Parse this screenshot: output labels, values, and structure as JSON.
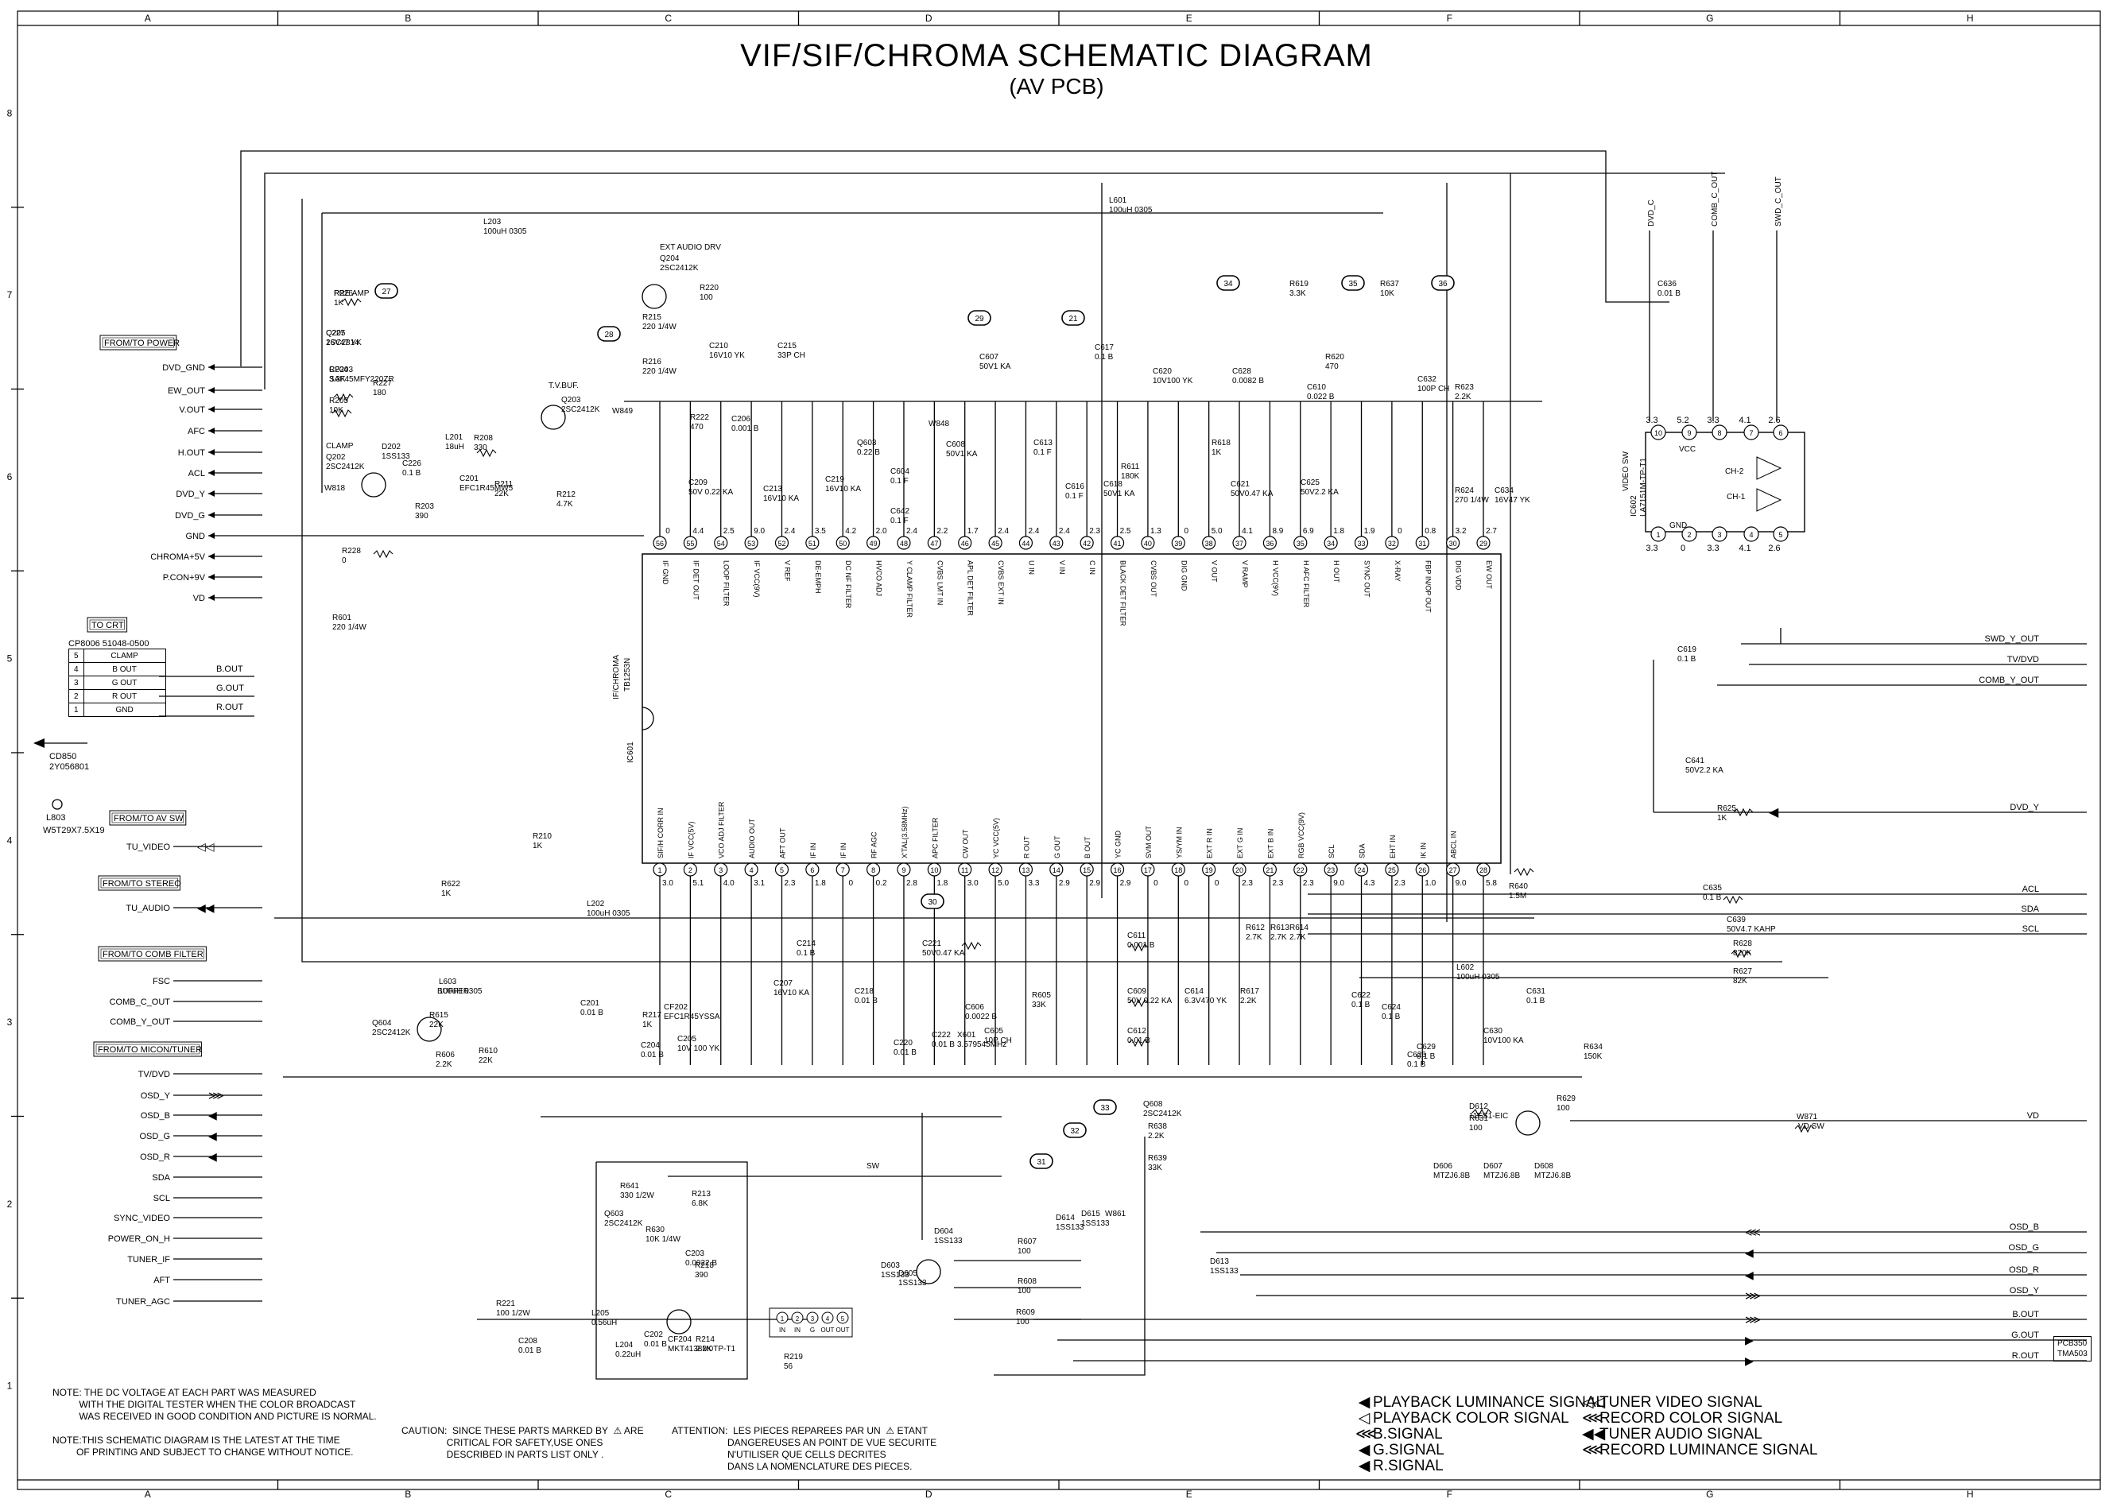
{
  "title": "VIF/SIF/CHROMA SCHEMATIC DIAGRAM",
  "subtitle": "(AV PCB)",
  "grid": {
    "columns": [
      "A",
      "B",
      "C",
      "D",
      "E",
      "F",
      "G",
      "H"
    ],
    "rows": [
      "8",
      "7",
      "6",
      "5",
      "4",
      "3",
      "2",
      "1"
    ]
  },
  "ic": {
    "name": "IF/CHROMA",
    "part": "TB1253N",
    "ref": "IC601",
    "top_pins": [
      {
        "n": "56",
        "label": "IF GND",
        "v": "0"
      },
      {
        "n": "55",
        "label": "IF DET OUT",
        "v": "4.4"
      },
      {
        "n": "54",
        "label": "LOOP FILTER",
        "v": "2.5"
      },
      {
        "n": "53",
        "label": "IF VCC(9V)",
        "v": "9.0"
      },
      {
        "n": "52",
        "label": "V REF",
        "v": "2.4"
      },
      {
        "n": "51",
        "label": "DE-EMPH",
        "v": "3.5"
      },
      {
        "n": "50",
        "label": "DC NF FILTER",
        "v": "4.2"
      },
      {
        "n": "49",
        "label": "HVCO ADJ",
        "v": "2.0"
      },
      {
        "n": "48",
        "label": "Y CLAMP FILTER",
        "v": "2.4"
      },
      {
        "n": "47",
        "label": "CVBS LMT IN",
        "v": "2.2"
      },
      {
        "n": "46",
        "label": "APL DET FILTER",
        "v": "1.7"
      },
      {
        "n": "45",
        "label": "CVBS EXT IN",
        "v": "2.4"
      },
      {
        "n": "44",
        "label": "U IN",
        "v": "2.4"
      },
      {
        "n": "43",
        "label": "V IN",
        "v": "2.4"
      },
      {
        "n": "42",
        "label": "C IN",
        "v": "2.3"
      },
      {
        "n": "41",
        "label": "BLACK DET FILTER",
        "v": "2.5"
      },
      {
        "n": "40",
        "label": "CVBS OUT",
        "v": "1.3"
      },
      {
        "n": "39",
        "label": "DIG GND",
        "v": "0"
      },
      {
        "n": "38",
        "label": "V OUT",
        "v": "5.0"
      },
      {
        "n": "37",
        "label": "V RAMP",
        "v": "4.1"
      },
      {
        "n": "36",
        "label": "H VCC(9V)",
        "v": "8.9"
      },
      {
        "n": "35",
        "label": "H AFC FILTER",
        "v": "6.9"
      },
      {
        "n": "34",
        "label": "H OUT",
        "v": "1.8"
      },
      {
        "n": "33",
        "label": "SYNC OUT",
        "v": "1.9"
      },
      {
        "n": "32",
        "label": "X-RAY",
        "v": "0"
      },
      {
        "n": "31",
        "label": "FBP IN/OP OUT",
        "v": "0.8"
      },
      {
        "n": "30",
        "label": "DIG VDD",
        "v": "3.2"
      },
      {
        "n": "29",
        "label": "EW OUT",
        "v": "2.7"
      }
    ],
    "bottom_pins": [
      {
        "n": "1",
        "label": "SIF/H CORR IN",
        "v": "3.0"
      },
      {
        "n": "2",
        "label": "IF VCC(5V)",
        "v": "5.1"
      },
      {
        "n": "3",
        "label": "VCO ADJ FILTER",
        "v": "4.0"
      },
      {
        "n": "4",
        "label": "AUDIO OUT",
        "v": "3.1"
      },
      {
        "n": "5",
        "label": "AFT OUT",
        "v": "2.3"
      },
      {
        "n": "6",
        "label": "IF IN",
        "v": "1.8"
      },
      {
        "n": "7",
        "label": "IF IN",
        "v": "0"
      },
      {
        "n": "8",
        "label": "RF AGC",
        "v": "0.2"
      },
      {
        "n": "9",
        "label": "X'TAL(3.58MHz)",
        "v": "2.8"
      },
      {
        "n": "10",
        "label": "APC FILTER",
        "v": "1.8"
      },
      {
        "n": "11",
        "label": "CW OUT",
        "v": "3.0"
      },
      {
        "n": "12",
        "label": "YC VCC(5V)",
        "v": "5.0"
      },
      {
        "n": "13",
        "label": "R OUT",
        "v": "3.3"
      },
      {
        "n": "14",
        "label": "G OUT",
        "v": "2.9"
      },
      {
        "n": "15",
        "label": "B OUT",
        "v": "2.9"
      },
      {
        "n": "16",
        "label": "YC GND",
        "v": "2.9"
      },
      {
        "n": "17",
        "label": "SVM OUT",
        "v": "0"
      },
      {
        "n": "18",
        "label": "YS/YM IN",
        "v": "0"
      },
      {
        "n": "19",
        "label": "EXT R IN",
        "v": "0"
      },
      {
        "n": "20",
        "label": "EXT G IN",
        "v": "2.3"
      },
      {
        "n": "21",
        "label": "EXT B IN",
        "v": "2.3"
      },
      {
        "n": "22",
        "label": "RGB VCC(9V)",
        "v": "2.3"
      },
      {
        "n": "23",
        "label": "SCL",
        "v": "9.0"
      },
      {
        "n": "24",
        "label": "SDA",
        "v": "4.3"
      },
      {
        "n": "25",
        "label": "EHT IN",
        "v": "2.3"
      },
      {
        "n": "26",
        "label": "IK IN",
        "v": "1.0"
      },
      {
        "n": "27",
        "label": "ABCL IN",
        "v": "9.0"
      },
      {
        "n": "28",
        "label": "",
        "v": "5.8"
      }
    ]
  },
  "left_groups": {
    "power_tag": "FROM/TO POWER",
    "power_lines": [
      "DVD_GND",
      "EW_OUT",
      "V.OUT",
      "AFC",
      "H.OUT",
      "ACL",
      "DVD_Y",
      "DVD_G",
      "GND",
      "CHROMA+5V",
      "P.CON+9V",
      "VD"
    ],
    "crt_tag": "TO CRT",
    "crt_connector": "CP8006  51048-0500",
    "crt_pins": [
      {
        "n": "5",
        "sig": "CLAMP"
      },
      {
        "n": "4",
        "sig": "B OUT"
      },
      {
        "n": "3",
        "sig": "G OUT"
      },
      {
        "n": "2",
        "sig": "R OUT"
      },
      {
        "n": "1",
        "sig": "GND"
      }
    ],
    "crt_out_labels": [
      "B.OUT",
      "G.OUT",
      "R.OUT"
    ],
    "cd850": "CD850",
    "cd850_part": "2Y056801",
    "l803": "L803",
    "l803_part": "W5T29X7.5X19",
    "avsw_tag": "FROM/TO AV SW",
    "avsw_lines": [
      "TU_VIDEO"
    ],
    "stereo_tag": "FROM/TO STEREO",
    "stereo_lines": [
      "TU_AUDIO"
    ],
    "comb_tag": "FROM/TO COMB FILTER",
    "comb_lines": [
      "FSC",
      "COMB_C_OUT",
      "COMB_Y_OUT"
    ],
    "micon_tag": "FROM/TO MICON/TUNER",
    "micon_lines": [
      "TV/DVD",
      "OSD_Y",
      "OSD_B",
      "OSD_G",
      "OSD_R",
      "SDA",
      "SCL",
      "SYNC_VIDEO",
      "POWER_ON_H",
      "TUNER_IF",
      "AFT",
      "TUNER_AGC"
    ]
  },
  "right_lines": [
    "SWD_Y_OUT",
    "TV/DVD",
    "COMB_Y_OUT",
    "DVD_Y",
    "ACL",
    "SDA",
    "SCL",
    "VD",
    "OSD_B",
    "OSD_G",
    "OSD_R",
    "OSD_Y",
    "B.OUT",
    "G.OUT",
    "R.OUT"
  ],
  "video_sw": {
    "ref": "IC602",
    "part": "LA7151M-TP-T1",
    "label": "VIDEO SW",
    "top_pins": [
      {
        "n": "10",
        "v": "3.3"
      },
      {
        "n": "9",
        "v": "5.2"
      },
      {
        "n": "8",
        "v": "3.3"
      },
      {
        "n": "7",
        "v": "4.1"
      },
      {
        "n": "6",
        "v": "2.6"
      }
    ],
    "bottom_pins": [
      {
        "n": "1",
        "v": "3.3"
      },
      {
        "n": "2",
        "v": "0"
      },
      {
        "n": "3",
        "v": "3.3"
      },
      {
        "n": "4",
        "v": "4.1"
      },
      {
        "n": "5",
        "v": "2.6"
      }
    ],
    "inner": [
      "VCC",
      "CH-2",
      "CH-1",
      "GND"
    ],
    "top_signals": [
      "DVD_C",
      "COMB_C_OUT",
      "SWD_C_OUT"
    ]
  },
  "components": [
    {
      "t": "R226",
      "v": "1K"
    },
    {
      "t": "C227",
      "v": "16V47  YK"
    },
    {
      "t": "R204",
      "v": "3.3K"
    },
    {
      "t": "R205",
      "v": "10K"
    },
    {
      "t": "R227",
      "v": "180"
    },
    {
      "t": "D202",
      "v": "1SS133"
    },
    {
      "t": "CLAMP",
      "v": ""
    },
    {
      "t": "Q202",
      "v": "2SC2412K"
    },
    {
      "t": "W818",
      "v": ""
    },
    {
      "t": "R203",
      "v": "390"
    },
    {
      "t": "C226",
      "v": "0.1  B"
    },
    {
      "t": "L201",
      "v": "18uH"
    },
    {
      "t": "C201",
      "v": "EFC1R45MW5"
    },
    {
      "t": "R208",
      "v": "330"
    },
    {
      "t": "R211",
      "v": "22K"
    },
    {
      "t": "R228",
      "v": "0"
    },
    {
      "t": "R601",
      "v": "220 1/4W"
    },
    {
      "t": "L203",
      "v": "100uH  0305"
    },
    {
      "t": "T.V.BUF.",
      "v": ""
    },
    {
      "t": "Q203",
      "v": "2SC2412K"
    },
    {
      "t": "W849",
      "v": ""
    },
    {
      "t": "R212",
      "v": "4.7K"
    },
    {
      "t": "R210",
      "v": "1K"
    },
    {
      "t": "EXT AUDIO DRV",
      "v": ""
    },
    {
      "t": "Q204",
      "v": "2SC2412K"
    },
    {
      "t": "R220",
      "v": "100"
    },
    {
      "t": "R215",
      "v": "220 1/4W"
    },
    {
      "t": "R216",
      "v": "220 1/4W"
    },
    {
      "t": "R222",
      "v": "470"
    },
    {
      "t": "C210",
      "v": "16V10  YK"
    },
    {
      "t": "C215",
      "v": "33P CH"
    },
    {
      "t": "C206",
      "v": "0.001  B"
    },
    {
      "t": "C209",
      "v": "50V 0.22  KA"
    },
    {
      "t": "C213",
      "v": "16V10  KA"
    },
    {
      "t": "C219",
      "v": "16V10  KA"
    },
    {
      "t": "Q603",
      "v": "0.22  B"
    },
    {
      "t": "W848",
      "v": ""
    },
    {
      "t": "C604",
      "v": "0.1  F"
    },
    {
      "t": "C642",
      "v": "0.1  F"
    },
    {
      "t": "C608",
      "v": "50V1  KA"
    },
    {
      "t": "C613",
      "v": "0.1  F"
    },
    {
      "t": "C616",
      "v": "0.1  F"
    },
    {
      "t": "C607",
      "v": "50V1  KA"
    },
    {
      "t": "C617",
      "v": "0.1  B"
    },
    {
      "t": "L601",
      "v": "100uH  0305"
    },
    {
      "t": "C620",
      "v": "10V100  YK"
    },
    {
      "t": "C618",
      "v": "50V1  KA"
    },
    {
      "t": "R611",
      "v": "180K"
    },
    {
      "t": "R618",
      "v": "1K"
    },
    {
      "t": "C628",
      "v": "0.0082  B"
    },
    {
      "t": "C621",
      "v": "50V0.47  KA"
    },
    {
      "t": "R619",
      "v": "3.3K"
    },
    {
      "t": "C610",
      "v": "0.022  B"
    },
    {
      "t": "C625",
      "v": "50V2.2  KA"
    },
    {
      "t": "R620",
      "v": "470"
    },
    {
      "t": "R637",
      "v": "10K"
    },
    {
      "t": "C632",
      "v": "100P CH"
    },
    {
      "t": "R623",
      "v": "2.2K"
    },
    {
      "t": "R624",
      "v": "270 1/4W"
    },
    {
      "t": "C634",
      "v": "16V47  YK"
    },
    {
      "t": "C636",
      "v": "0.01  B"
    },
    {
      "t": "C619",
      "v": "0.1  B"
    },
    {
      "t": "C641",
      "v": "50V2.2  KA"
    },
    {
      "t": "R625",
      "v": "1K"
    },
    {
      "t": "R622",
      "v": "1K"
    },
    {
      "t": "L202",
      "v": "100uH  0305"
    },
    {
      "t": "L603",
      "v": "100uH  0305"
    },
    {
      "t": "BUFFER",
      "v": ""
    },
    {
      "t": "Q604",
      "v": "2SC2412K"
    },
    {
      "t": "R606",
      "v": "2.2K"
    },
    {
      "t": "R610",
      "v": "22K"
    },
    {
      "t": "R615",
      "v": "22K"
    },
    {
      "t": "C201",
      "v": "0.01  B"
    },
    {
      "t": "CF202",
      "v": "EFC1R45YSSA"
    },
    {
      "t": "R217",
      "v": "1K"
    },
    {
      "t": "C205",
      "v": "10V 100  YK"
    },
    {
      "t": "C204",
      "v": "0.01  B"
    },
    {
      "t": "C207",
      "v": "16V10  KA"
    },
    {
      "t": "C214",
      "v": "0.1  B"
    },
    {
      "t": "C218",
      "v": "0.01  B"
    },
    {
      "t": "C220",
      "v": "0.01  B"
    },
    {
      "t": "C221",
      "v": "50V0.47  KA"
    },
    {
      "t": "C222",
      "v": "0.01  B"
    },
    {
      "t": "X601",
      "v": "3.579545MHz"
    },
    {
      "t": "C606",
      "v": "0.0022  B"
    },
    {
      "t": "C605",
      "v": "10P CH"
    },
    {
      "t": "R605",
      "v": "33K"
    },
    {
      "t": "C611",
      "v": "0.001  B"
    },
    {
      "t": "C609",
      "v": "50V 0.22  KA"
    },
    {
      "t": "C612",
      "v": "0.01  B"
    },
    {
      "t": "C614",
      "v": "6.3V470  YK"
    },
    {
      "t": "R612",
      "v": "2.7K"
    },
    {
      "t": "R613",
      "v": "2.7K"
    },
    {
      "t": "R614",
      "v": "2.7K"
    },
    {
      "t": "R617",
      "v": "2.2K"
    },
    {
      "t": "C622",
      "v": "0.1  B"
    },
    {
      "t": "C624",
      "v": "0.1  B"
    },
    {
      "t": "C626",
      "v": "0.1  B"
    },
    {
      "t": "C629",
      "v": "0.1  B"
    },
    {
      "t": "L602",
      "v": "100uH  0305"
    },
    {
      "t": "C630",
      "v": "10V100  KA"
    },
    {
      "t": "R634",
      "v": "150K"
    },
    {
      "t": "C631",
      "v": "0.1  B"
    },
    {
      "t": "R640",
      "v": "1.5M"
    },
    {
      "t": "C635",
      "v": "0.1  B"
    },
    {
      "t": "C639",
      "v": "50V4.7  KAHP"
    },
    {
      "t": "R628",
      "v": "820K"
    },
    {
      "t": "R627",
      "v": "82K"
    },
    {
      "t": "D612",
      "v": "11ES1-EIC"
    },
    {
      "t": "R631",
      "v": "100"
    },
    {
      "t": "R629",
      "v": "100"
    },
    {
      "t": "W871",
      "v": ""
    },
    {
      "t": "VD SW",
      "v": ""
    },
    {
      "t": "Q608",
      "v": "2SC2412K"
    },
    {
      "t": "R638",
      "v": "2.2K"
    },
    {
      "t": "R639",
      "v": "33K"
    },
    {
      "t": "D606",
      "v": "MTZJ6.8B"
    },
    {
      "t": "D607",
      "v": "MTZJ6.8B"
    },
    {
      "t": "D608",
      "v": "MTZJ6.8B"
    },
    {
      "t": "D613",
      "v": "1SS133"
    },
    {
      "t": "D614",
      "v": "1SS133"
    },
    {
      "t": "D615",
      "v": "1SS133"
    },
    {
      "t": "W861",
      "v": ""
    },
    {
      "t": "R607",
      "v": "100"
    },
    {
      "t": "R608",
      "v": "100"
    },
    {
      "t": "R609",
      "v": "100"
    },
    {
      "t": "D603",
      "v": "1SS133"
    },
    {
      "t": "D605",
      "v": "1SS133"
    },
    {
      "t": "D604",
      "v": "1SS133"
    },
    {
      "t": "SW",
      "v": ""
    },
    {
      "t": "Q603",
      "v": "2SC2412K"
    },
    {
      "t": "R641",
      "v": "330 1/2W"
    },
    {
      "t": "R630",
      "v": "10K  1/4W"
    },
    {
      "t": "R213",
      "v": "6.8K"
    },
    {
      "t": "C203",
      "v": "0.0022  B"
    },
    {
      "t": "R218",
      "v": "390"
    },
    {
      "t": "R221",
      "v": "100 1/2W"
    },
    {
      "t": "L205",
      "v": "0.56uH"
    },
    {
      "t": "C208",
      "v": "0.01  B"
    },
    {
      "t": "L204",
      "v": "0.22uH"
    },
    {
      "t": "C202",
      "v": "0.01  B"
    },
    {
      "t": "CF204",
      "v": "MKT4138M0TP-T1"
    },
    {
      "t": "R214",
      "v": "2.2K"
    },
    {
      "t": "R219",
      "v": "56"
    },
    {
      "t": "PRE AMP",
      "v": ""
    },
    {
      "t": "Q205",
      "v": "2SC2814"
    },
    {
      "t": "CF203",
      "v": "SAF45MFY220ZR"
    }
  ],
  "badges": [
    "27",
    "28",
    "29",
    "21",
    "34",
    "35",
    "36",
    "30",
    "33",
    "32",
    "31"
  ],
  "cf203_pins": [
    {
      "n": "1",
      "l": "IN"
    },
    {
      "n": "2",
      "l": "IN"
    },
    {
      "n": "3",
      "l": "G"
    },
    {
      "n": "4",
      "l": "OUT"
    },
    {
      "n": "5",
      "l": "OUT"
    }
  ],
  "notes": {
    "note1": "NOTE: THE DC VOLTAGE AT EACH PART WAS MEASURED\n          WITH THE DIGITAL TESTER WHEN THE COLOR BROADCAST\n          WAS RECEIVED IN GOOD CONDITION AND PICTURE IS NORMAL.",
    "note2": "NOTE:THIS SCHEMATIC DIAGRAM IS THE LATEST AT THE TIME\n         OF PRINTING AND SUBJECT TO CHANGE WITHOUT NOTICE.",
    "caution": "CAUTION:  SINCE THESE PARTS MARKED BY  ⚠ ARE\n                 CRITICAL FOR SAFETY,USE ONES\n                 DESCRIBED IN PARTS LIST ONLY .",
    "attention": "ATTENTION:  LES PIECES REPAREES PAR UN  ⚠ ETANT\n                     DANGEREUSES AN POINT DE VUE SECURITE\n                     N'UTILISER QUE CELLS DECRITES\n                     DANS LA NOMENCLATURE DES PIECES."
  },
  "legend": [
    {
      "sym": "◀",
      "text": "PLAYBACK LUMINANCE SIGNAL"
    },
    {
      "sym": "◁",
      "text": "PLAYBACK COLOR SIGNAL"
    },
    {
      "sym": "⋘",
      "text": "B.SIGNAL"
    },
    {
      "sym": "◀",
      "text": "G.SIGNAL"
    },
    {
      "sym": "◀",
      "text": "R.SIGNAL"
    },
    {
      "sym": "◁◁",
      "text": "TUNER VIDEO SIGNAL"
    },
    {
      "sym": "⋘",
      "text": "RECORD COLOR SIGNAL"
    },
    {
      "sym": "◀◀",
      "text": "TUNER AUDIO SIGNAL"
    },
    {
      "sym": "⋘",
      "text": "RECORD LUMINANCE SIGNAL"
    }
  ],
  "pcb_tag": "PCB350\nTMA503"
}
